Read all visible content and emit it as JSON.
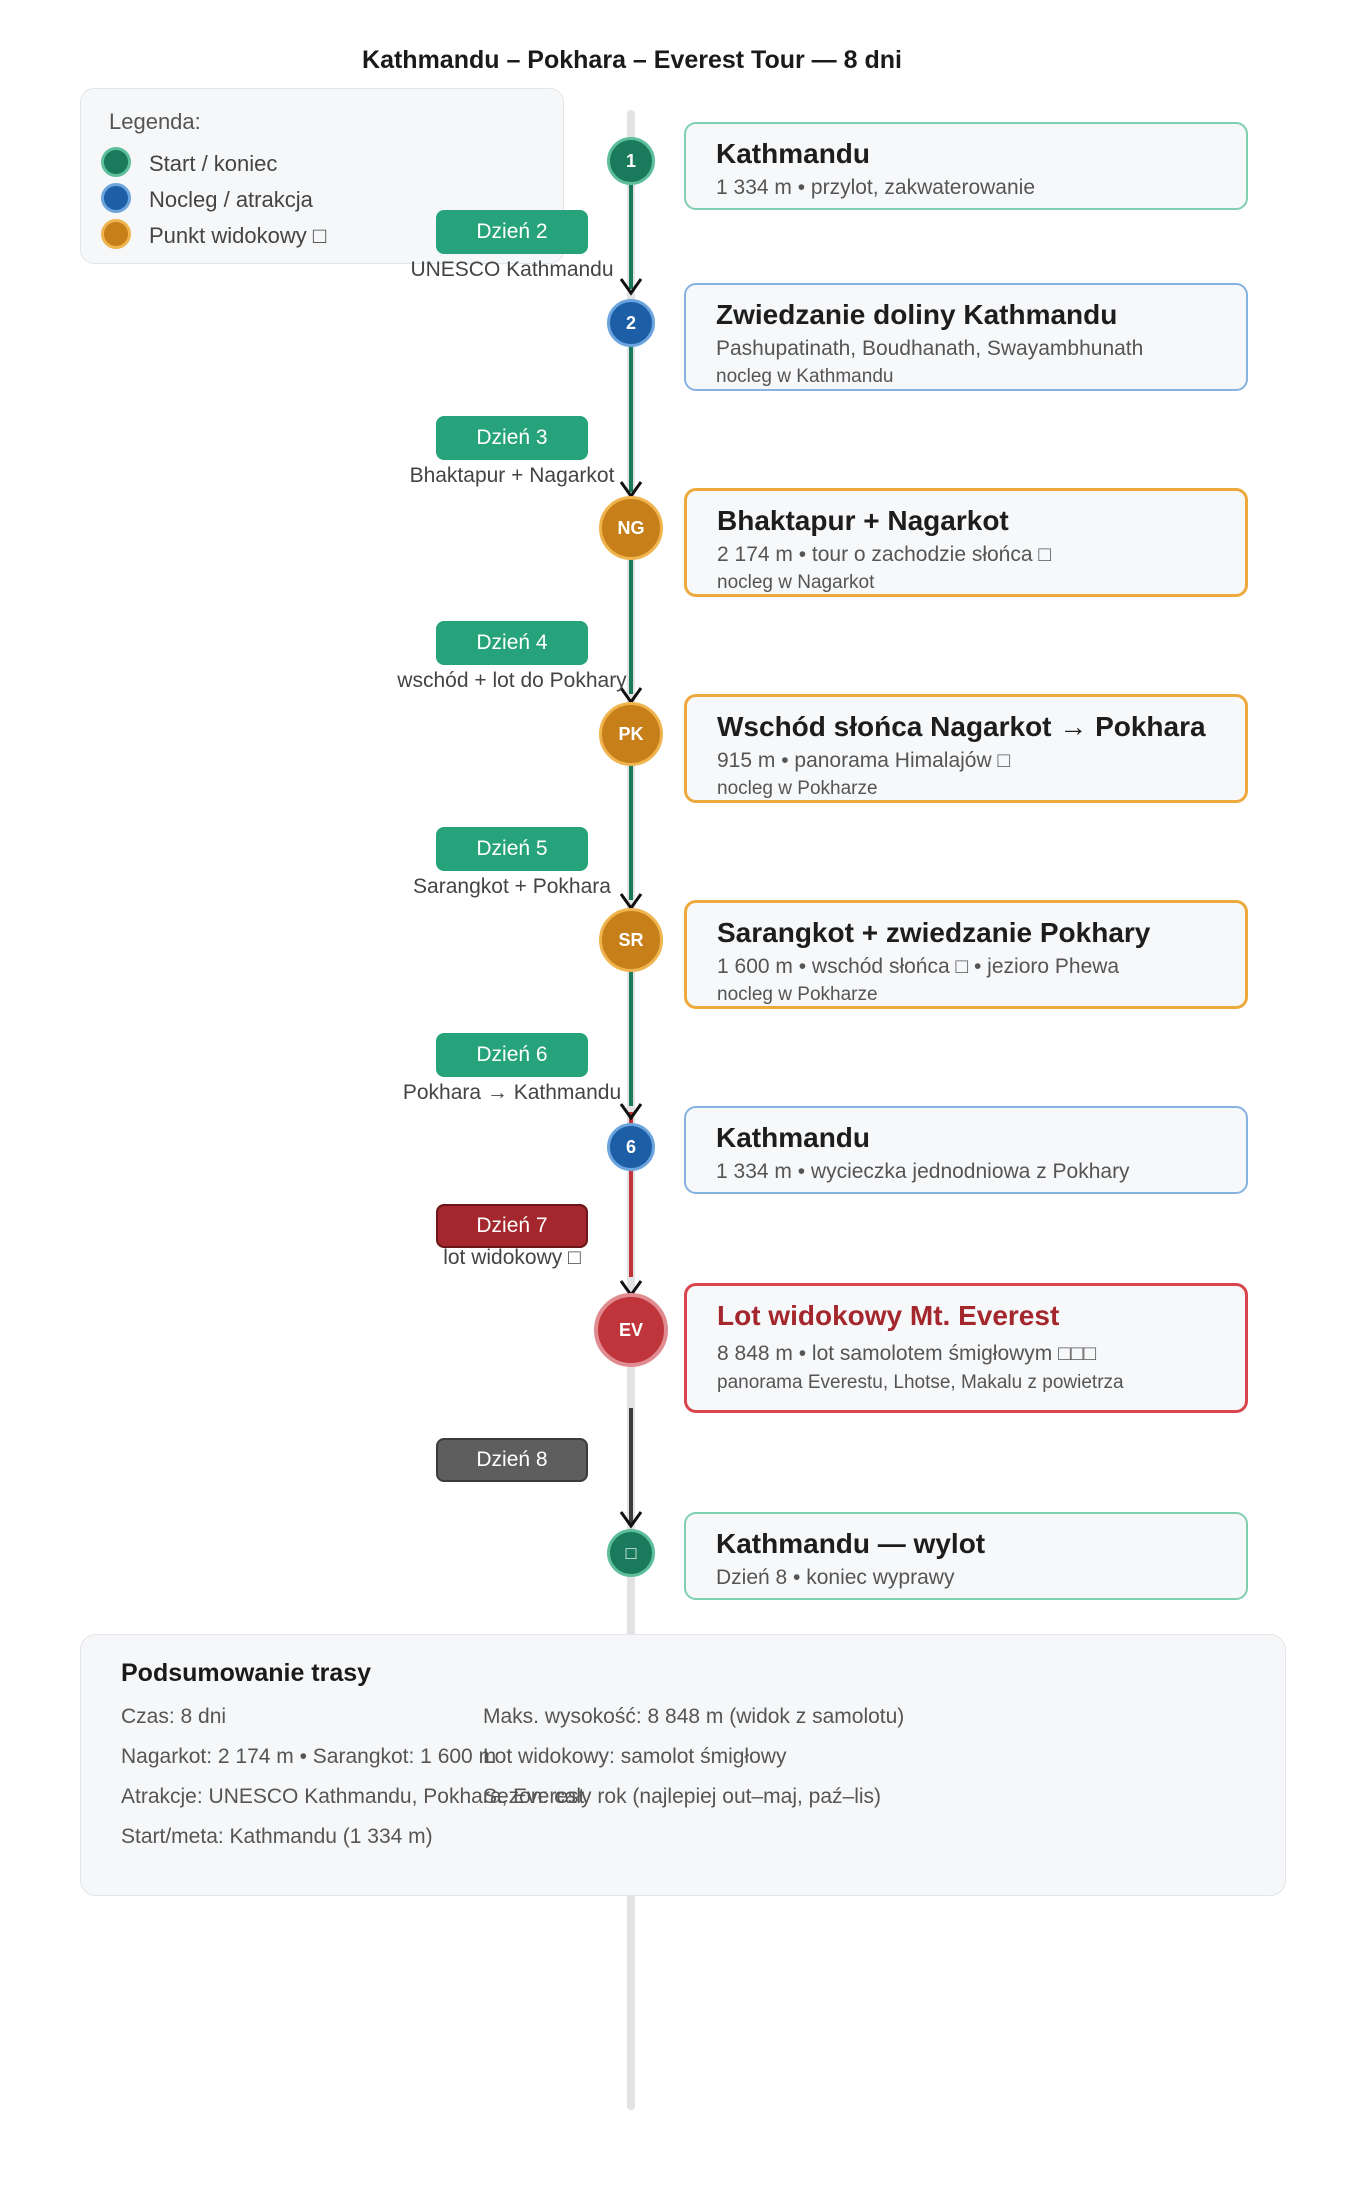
{
  "title": "Kathmandu – Pokhara – Everest Tour — 8 dni",
  "legend": {
    "title": "Legenda:",
    "items": [
      {
        "label": "Start / koniec",
        "color": "#1a7a5c"
      },
      {
        "label": "Nocleg / atrakcja",
        "color": "#1c5fa6"
      },
      {
        "label": "Punkt widokowy □",
        "color": "#c77f1a"
      }
    ]
  },
  "stops": [
    {
      "marker": "1",
      "kind": "start",
      "title": "Kathmandu",
      "sub": "1 334 m • przylot, zakwaterowanie",
      "note": ""
    },
    {
      "marker": "2",
      "kind": "stay",
      "title": "Zwiedzanie doliny Kathmandu",
      "sub": "Pashupatinath, Boudhanath, Swayambhunath",
      "note": "nocleg w Kathmandu"
    },
    {
      "marker": "NG",
      "kind": "viewpoint",
      "title": "Bhaktapur + Nagarkot",
      "sub": "2 174 m • tour o zachodzie słońca □",
      "note": "nocleg w Nagarkot"
    },
    {
      "marker": "PK",
      "kind": "viewpoint",
      "title": "Wschód słońca Nagarkot → Pokhara",
      "sub": "915 m • panorama Himalajów □",
      "note": "nocleg w Pokharze"
    },
    {
      "marker": "SR",
      "kind": "viewpoint",
      "title": "Sarangkot + zwiedzanie Pokhary",
      "sub": "1 600 m • wschód słońca □ • jezioro Phewa",
      "note": "nocleg w Pokharze"
    },
    {
      "marker": "6",
      "kind": "stay",
      "title": "Kathmandu",
      "sub": "1 334 m • wycieczka jednodniowa z Pokhary",
      "note": ""
    },
    {
      "marker": "EV",
      "kind": "flight",
      "title": "Lot widokowy Mt. Everest",
      "sub": "8 848 m • lot samolotem śmigłowym □□□",
      "note": "panorama Everestu, Lhotse, Makalu z powietrza"
    },
    {
      "marker": "□",
      "kind": "start",
      "title": "Kathmandu — wylot",
      "sub": "Dzień 8 • koniec wyprawy",
      "note": ""
    }
  ],
  "transitions": [
    {
      "day": "Dzień 2",
      "note": "UNESCO Kathmandu",
      "kind": "normal"
    },
    {
      "day": "Dzień 3",
      "note": "Bhaktapur + Nagarkot",
      "kind": "normal"
    },
    {
      "day": "Dzień 4",
      "note": "wschód + lot do Pokhary",
      "kind": "normal"
    },
    {
      "day": "Dzień 5",
      "note": "Sarangkot + Pokhara",
      "kind": "normal"
    },
    {
      "day": "Dzień 6",
      "note": "Pokhara → Kathmandu",
      "kind": "normal"
    },
    {
      "day": "Dzień 7",
      "note": "lot widokowy □",
      "kind": "flight"
    },
    {
      "day": "Dzień 8",
      "note": "",
      "kind": "final"
    }
  ],
  "colors": {
    "start": "#1a7a5c",
    "stay": "#1c5fa6",
    "viewpoint": "#c77f1a",
    "flight": "#c0343b",
    "badge_normal": "#27a37b",
    "badge_flight": "#a3272c",
    "badge_final": "#5e5e5e",
    "axis": "#e3e3e3"
  },
  "summary": {
    "title": "Podsumowanie trasy",
    "items": [
      "Czas: 8 dni",
      "Nagarkot: 2 174 m • Sarangkot: 1 600 m",
      "Atrakcje: UNESCO Kathmandu, Pokhara, Everest",
      "Start/meta: Kathmandu (1 334 m)",
      "Maks. wysokość: 8 848 m (widok z samolotu)",
      "Lot widokowy: samolot śmigłowy",
      "Sezon: cały rok (najlepiej out–maj, paź–lis)"
    ]
  }
}
